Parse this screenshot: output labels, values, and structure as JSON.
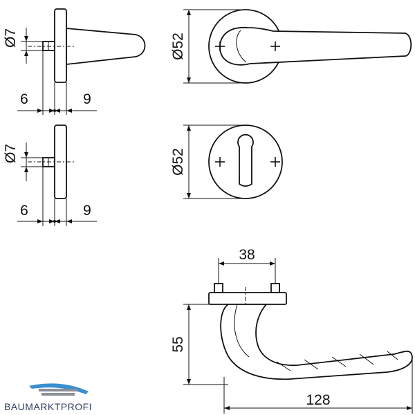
{
  "drawing": {
    "handle_rosette": {
      "pin_diameter": "Ø7",
      "rosette_diameter": "Ø52",
      "dim_left": "6",
      "dim_right": "9"
    },
    "key_rosette": {
      "pin_diameter": "Ø7",
      "rosette_diameter": "Ø52",
      "dim_left": "6",
      "dim_right": "9"
    },
    "handle_side_view": {
      "fixing_spacing": "38",
      "height": "55",
      "length": "128"
    }
  },
  "logo": {
    "text": "BAUMARKTPROFI",
    "colors": {
      "primary": "#2d3e5f",
      "accent": "#3a8fd0",
      "gray": "#8a8f98"
    }
  }
}
